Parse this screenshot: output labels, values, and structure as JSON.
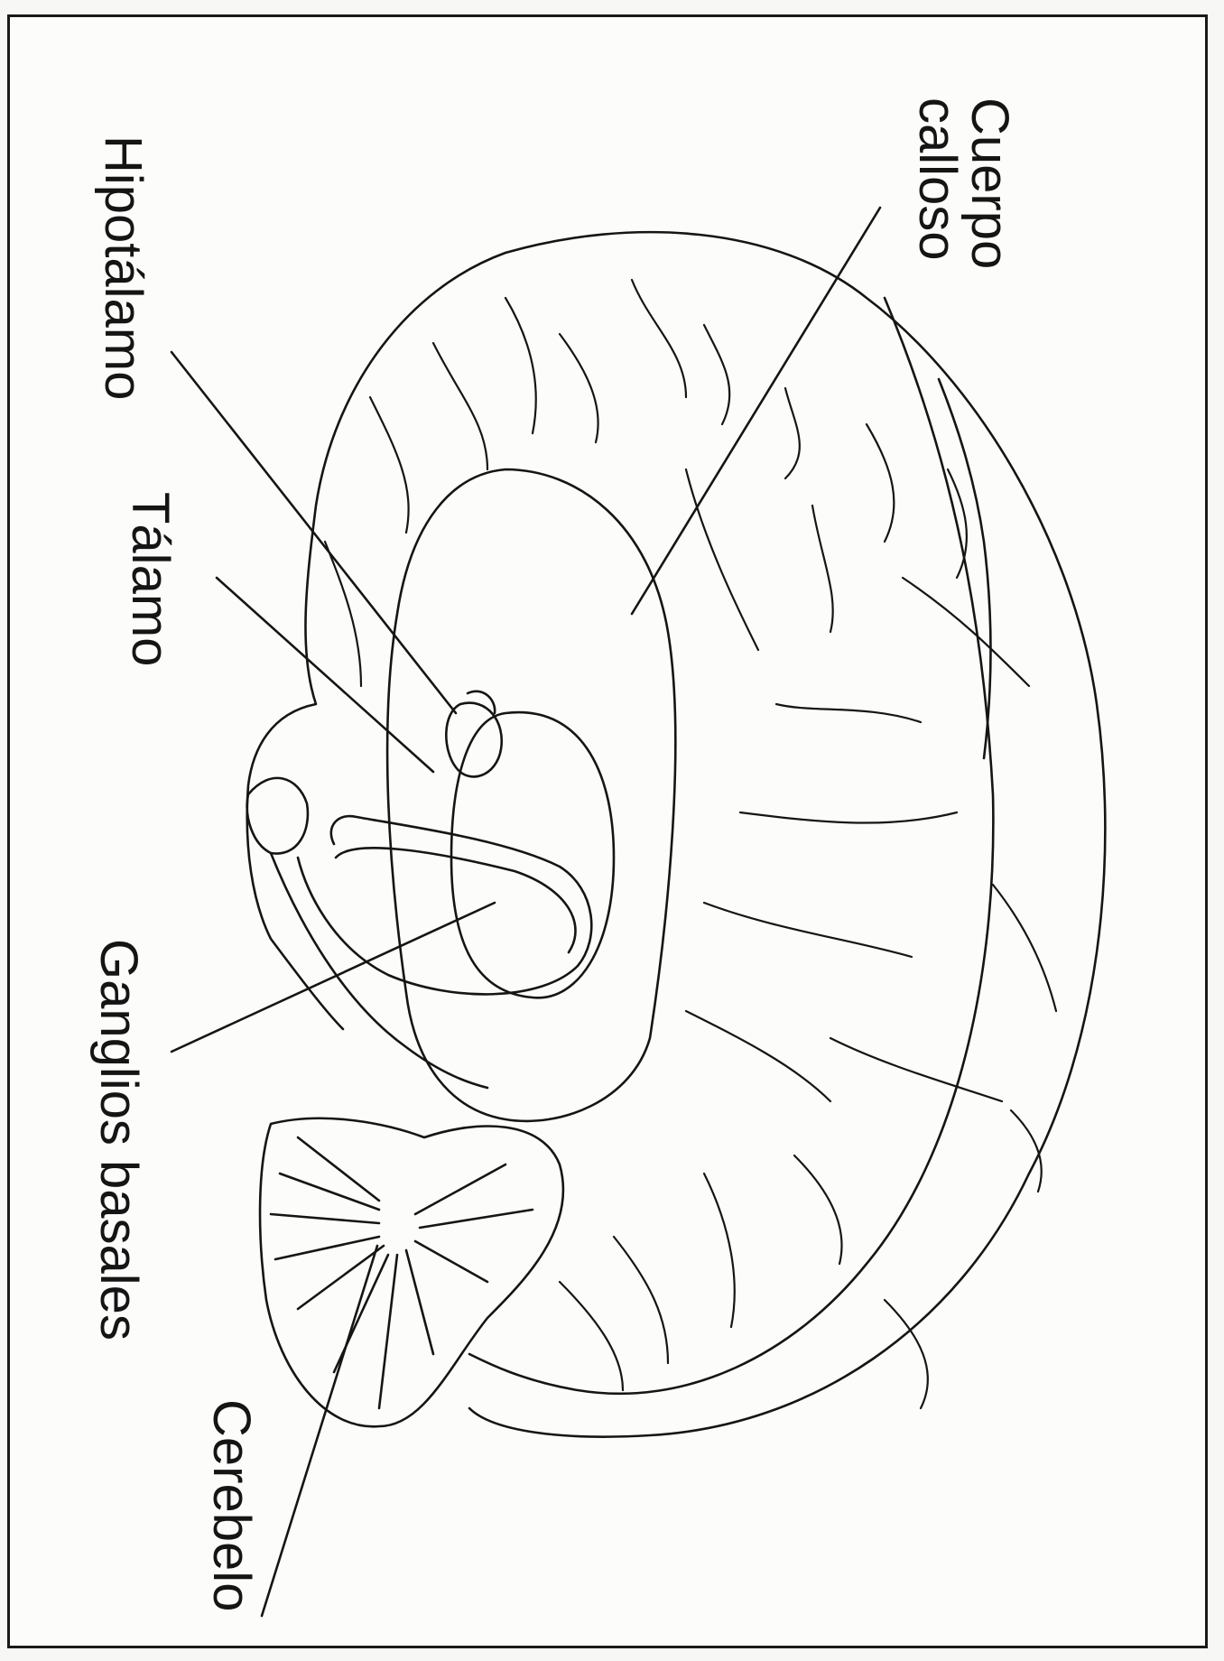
{
  "labels": {
    "cuerpo_calloso": [
      "Cuerpo",
      "calloso"
    ],
    "hipotalamo": "Hipotálamo",
    "talamo": "Tálamo",
    "ganglios_basales": "Ganglios basales",
    "cerebelo": "Cerebelo"
  },
  "colors": {
    "ink": "#151515",
    "paper": "#fcfcfb",
    "frame": "#1a1a1a"
  }
}
